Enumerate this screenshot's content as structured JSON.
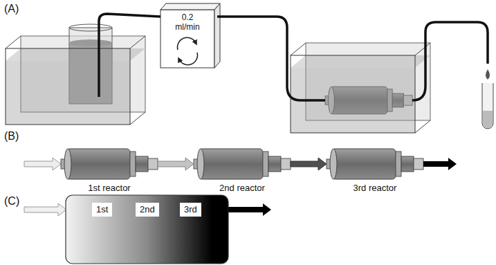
{
  "diagram": {
    "nodes": [
      {
        "text": [
          "0.2 ml/min"
        ]
      },
      {
        "text": [
          "1st reactor"
        ]
      },
      {
        "text": [
          "2nd reactor"
        ]
      },
      {
        "text": [
          "3rd reactor"
        ]
      },
      {
        "text": [
          "1st"
        ]
      },
      {
        "text": [
          "2nd"
        ]
      },
      {
        "text": [
          "3rd"
        ]
      }
    ],
    "edges": [
      {
        "from": 1,
        "to": 2,
        "arrow": "to"
      },
      {
        "from": 2,
        "to": 3,
        "arrow": "to"
      }
    ],
    "labels": [
      "(A)",
      "(B)",
      "(C)"
    ]
  }
}
